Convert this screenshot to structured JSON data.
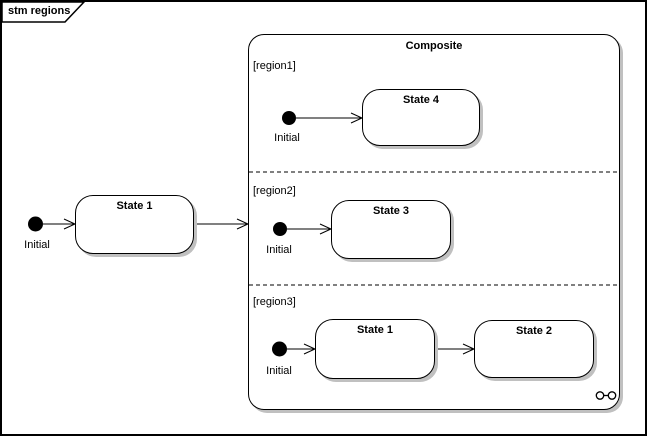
{
  "frame": {
    "label": "stm regions"
  },
  "diagram": {
    "composite": {
      "name": "Composite",
      "regions": [
        {
          "label": "[region1]"
        },
        {
          "label": "[region2]"
        },
        {
          "label": "[region3]"
        }
      ]
    },
    "states": [
      {
        "name": "State 1"
      },
      {
        "name": "State 4"
      },
      {
        "name": "State 3"
      },
      {
        "name": "State 1"
      },
      {
        "name": "State 2"
      }
    ],
    "initial_label": "Initial",
    "icons": {
      "decomposition_icon": "∞"
    },
    "colors": {
      "line": "#000000",
      "state_fill": "#ffffff",
      "shadow": "#c0c0c0",
      "background": "#ffffff"
    }
  }
}
